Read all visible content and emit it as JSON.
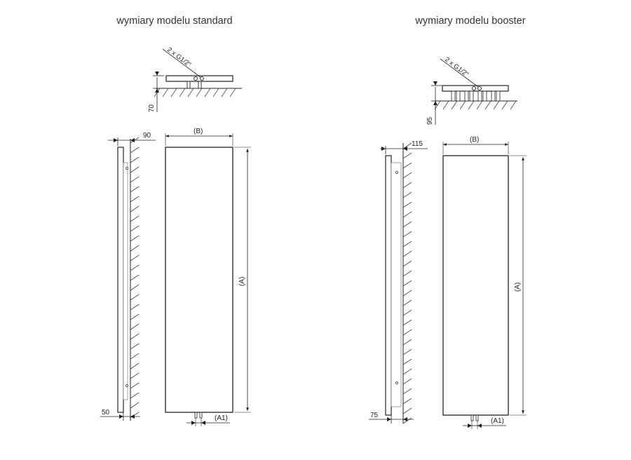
{
  "standard": {
    "title": "wymiary modelu standard",
    "pipe_label": "2 x G1/2\"",
    "mount_depth": "70",
    "side_depth": "90",
    "panel_offset": "50",
    "width_label": "(B)",
    "height_label": "(A)",
    "pipe_spacing_label": "(A1)"
  },
  "booster": {
    "title": "wymiary modelu booster",
    "pipe_label": "2 x G1/2\"",
    "mount_depth": "95",
    "side_depth": "115",
    "panel_offset": "75",
    "width_label": "(B)",
    "height_label": "(A)",
    "pipe_spacing_label": "(A1)"
  }
}
